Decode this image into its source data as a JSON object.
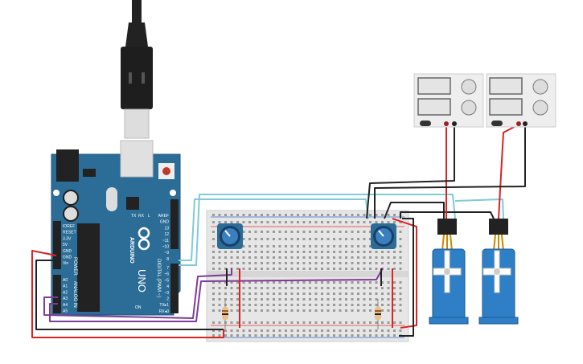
{
  "colors": {
    "board": "#2b6d97",
    "breadboard": "#e6e6e6",
    "wire_red": "#d22",
    "wire_black": "#222",
    "wire_cyan": "#7fcbd6",
    "wire_purple": "#7d3c98",
    "servo": "#2f7fc7"
  },
  "arduino": {
    "brand": "ARDUINO",
    "model": "UNO",
    "power_label": "POWER",
    "analog_label": "ANALOG IN",
    "digital_label": "DIGITAL (PWM ~)",
    "on_label": "ON",
    "tx_label": "TX",
    "rx_label": "RX",
    "l_label": "L",
    "power_pins": [
      "IOREF",
      "RESET",
      "3.3V",
      "5V",
      "GND",
      "GND",
      "Vin"
    ],
    "analog_pins": [
      "A0",
      "A1",
      "A2",
      "A3",
      "A4",
      "A5"
    ],
    "digital_top": [
      "AREF",
      "GND",
      "13",
      "12",
      "~11",
      "~10",
      "~9",
      "8"
    ],
    "digital_bottom": [
      "7",
      "~6",
      "~5",
      "4",
      "~3",
      "2",
      "TX▸1",
      "RX◂0"
    ]
  }
}
